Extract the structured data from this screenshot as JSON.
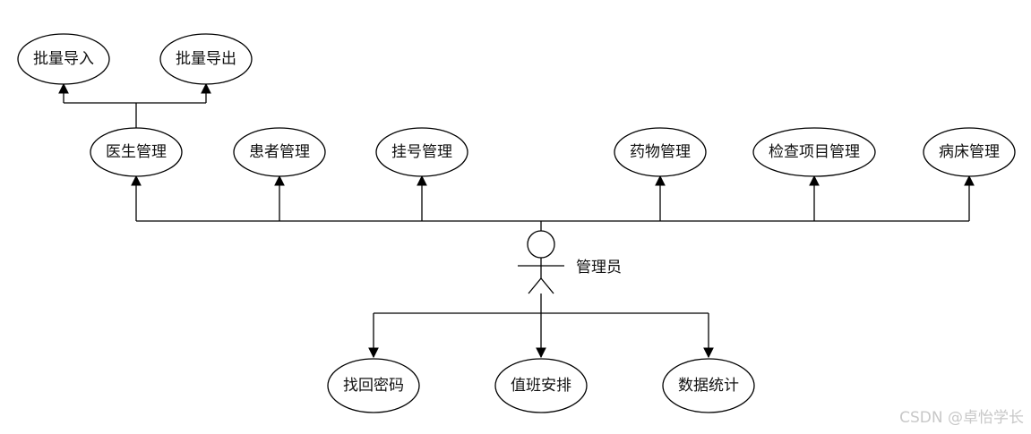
{
  "colors": {
    "stroke": "#000000",
    "node_fill": "#ffffff",
    "text": "#111111",
    "watermark": "#c8c8c8"
  },
  "actor": {
    "label": "管理员",
    "icon": "stick-figure-icon"
  },
  "nodes": {
    "batch_import": "批量导入",
    "batch_export": "批量导出",
    "doctor_mgmt": "医生管理",
    "patient_mgmt": "患者管理",
    "registration_mgmt": "挂号管理",
    "medicine_mgmt": "药物管理",
    "exam_item_mgmt": "检查项目管理",
    "bed_mgmt": "病床管理",
    "retrieve_password": "找回密码",
    "duty_schedule": "值班安排",
    "data_statistics": "数据统计"
  },
  "watermark": "CSDN @卓怡学长"
}
